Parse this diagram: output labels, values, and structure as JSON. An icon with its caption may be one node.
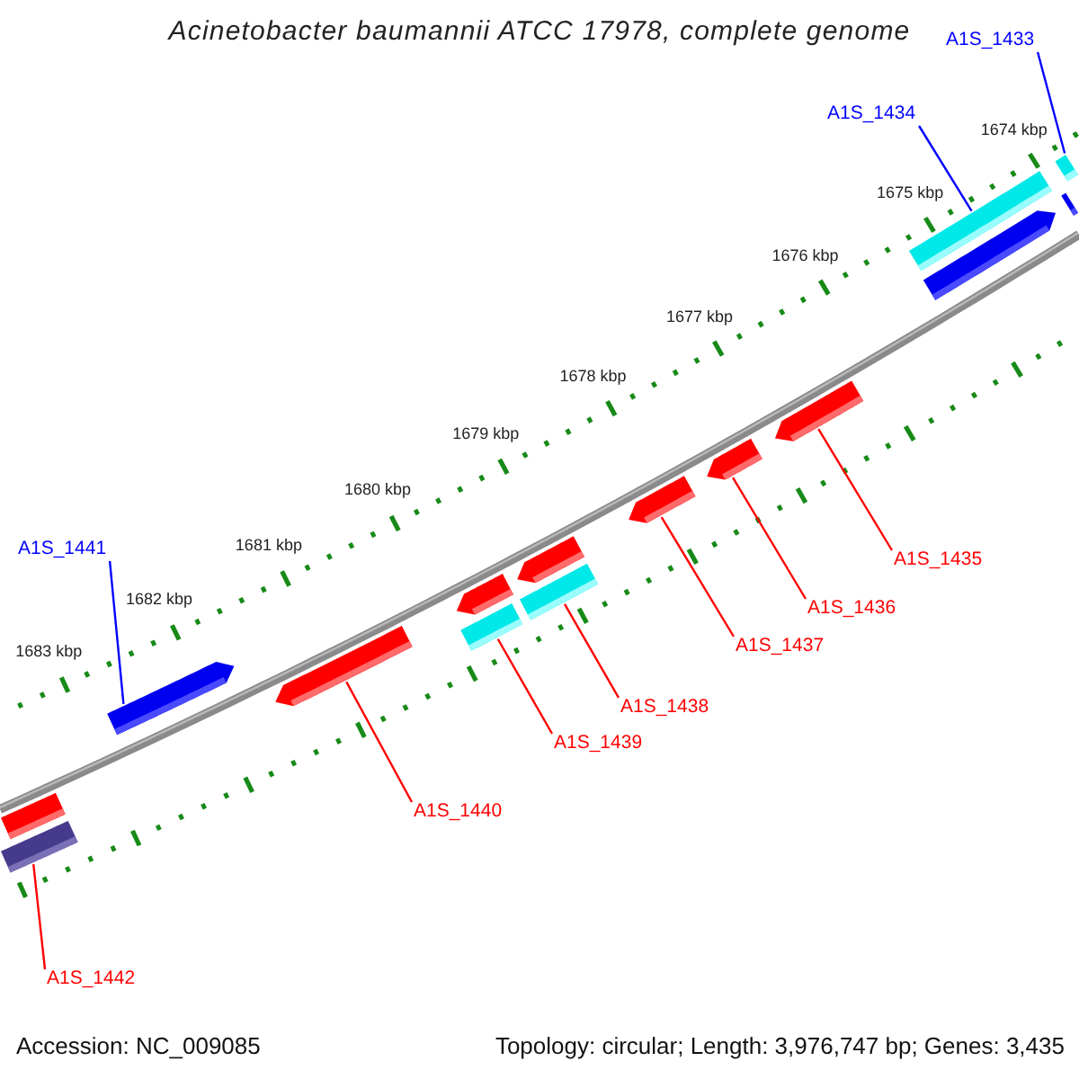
{
  "diagram": {
    "title": "Acinetobacter baumannii ATCC 17978, complete genome",
    "nodes": [
      {
        "text": [
          "A1S_1433"
        ]
      },
      {
        "text": [
          "A1S_1434"
        ]
      },
      {
        "text": [
          "A1S_1441"
        ]
      },
      {
        "text": [
          "A1S_1435"
        ]
      },
      {
        "text": [
          "A1S_1436"
        ]
      },
      {
        "text": [
          "A1S_1437"
        ]
      },
      {
        "text": [
          "A1S_1438"
        ]
      },
      {
        "text": [
          "A1S_1439"
        ]
      },
      {
        "text": [
          "A1S_1440"
        ]
      },
      {
        "text": [
          "A1S_1442"
        ]
      },
      {
        "text": [],
        "shape": "bar"
      },
      {
        "text": [],
        "shape": "bar"
      },
      {
        "text": [],
        "shape": "bar"
      },
      {
        "text": [],
        "shape": "bar"
      },
      {
        "text": [],
        "shape": "bar"
      },
      {
        "text": [],
        "shape": "bar"
      },
      {
        "text": [],
        "shape": "bar"
      },
      {
        "text": [],
        "shape": "bar"
      },
      {
        "text": [],
        "shape": "bar"
      },
      {
        "text": [],
        "shape": "bar"
      },
      {
        "text": [],
        "shape": "bar"
      },
      {
        "text": [],
        "shape": "bar"
      },
      {
        "text": [],
        "shape": "bar"
      },
      {
        "text": [],
        "shape": "bar"
      },
      {
        "text": [],
        "shape": "bar"
      }
    ],
    "edges": [
      {
        "from": 0,
        "to": 23,
        "arrow": "none",
        "color": "#0000ff"
      },
      {
        "from": 1,
        "to": 21,
        "arrow": "none",
        "color": "#0000ff"
      },
      {
        "from": 2,
        "to": 12,
        "arrow": "none",
        "color": "#0000ff"
      },
      {
        "from": 3,
        "to": 20,
        "arrow": "none"
      },
      {
        "from": 4,
        "to": 19,
        "arrow": "none"
      },
      {
        "from": 5,
        "to": 18,
        "arrow": "none"
      },
      {
        "from": 6,
        "to": 17,
        "arrow": "none"
      },
      {
        "from": 7,
        "to": 15,
        "arrow": "none"
      },
      {
        "from": 8,
        "to": 13,
        "arrow": "none"
      },
      {
        "from": 9,
        "to": 11,
        "arrow": "none"
      }
    ],
    "labels": [
      "1674 kbp",
      "1675 kbp",
      "1676 kbp",
      "1677 kbp",
      "1678 kbp",
      "1679 kbp",
      "1680 kbp",
      "1681 kbp",
      "1682 kbp",
      "1683 kbp",
      "Accession: NC_009085",
      "Topology: circular; Length: 3,976,747 bp; Genes: 3,435"
    ]
  }
}
